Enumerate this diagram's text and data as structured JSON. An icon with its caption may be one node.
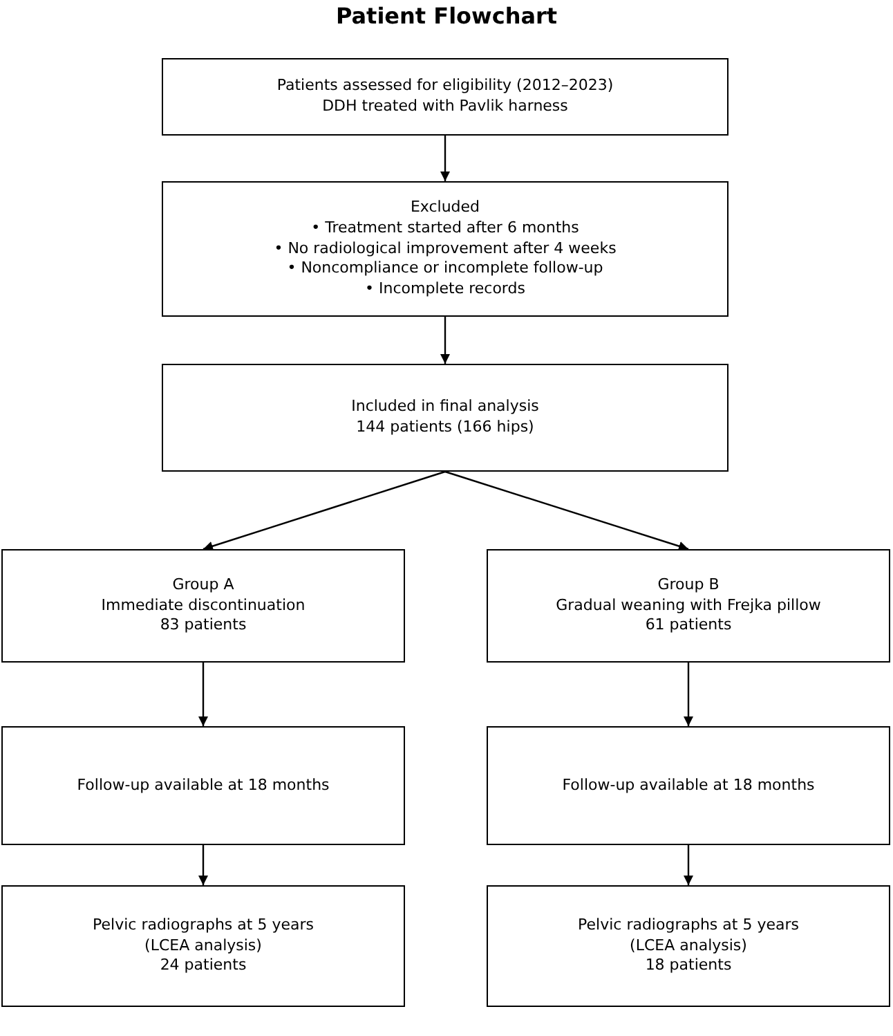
{
  "diagram": {
    "title": "Patient Flowchart",
    "nodes": [
      {
        "text": [
          "Patients assessed for eligibility (2012–2023)",
          "DDH treated with Pavlik harness"
        ]
      },
      {
        "text": [
          "Excluded",
          "• Treatment started after 6 months",
          "• No radiological improvement after 4 weeks",
          "• Noncompliance or incomplete follow-up",
          "• Incomplete records"
        ]
      },
      {
        "text": [
          "Included in final analysis",
          "144 patients (166 hips)"
        ]
      },
      {
        "text": [
          "Group A",
          "Immediate discontinuation",
          "83 patients"
        ]
      },
      {
        "text": [
          "Group B",
          "Gradual weaning with Frejka pillow",
          "61 patients"
        ]
      },
      {
        "text": [
          "Follow-up available at 18 months"
        ]
      },
      {
        "text": [
          "Follow-up available at 18 months"
        ]
      },
      {
        "text": [
          "Pelvic radiographs at 5 years",
          "(LCEA analysis)",
          "24 patients"
        ]
      },
      {
        "text": [
          "Pelvic radiographs at 5 years",
          "(LCEA analysis)",
          "18 patients"
        ]
      }
    ],
    "edges": [
      {
        "from": 0,
        "to": 1,
        "arrow": "to"
      },
      {
        "from": 1,
        "to": 2,
        "arrow": "to"
      },
      {
        "from": 2,
        "to": 3,
        "arrow": "to"
      },
      {
        "from": 2,
        "to": 4,
        "arrow": "to"
      },
      {
        "from": 3,
        "to": 5,
        "arrow": "to"
      },
      {
        "from": 4,
        "to": 6,
        "arrow": "to"
      },
      {
        "from": 5,
        "to": 7,
        "arrow": "to"
      },
      {
        "from": 6,
        "to": 8,
        "arrow": "to"
      }
    ]
  }
}
